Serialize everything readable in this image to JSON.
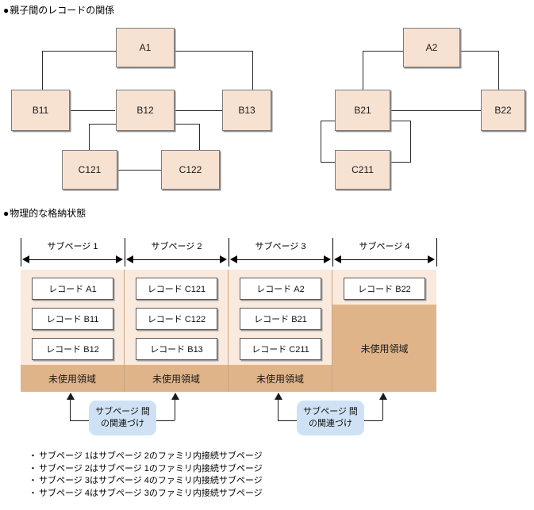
{
  "sections": {
    "relations": {
      "bullet": "●",
      "title": "親子間のレコードの関係"
    },
    "physical": {
      "bullet": "●",
      "title": "物理的な格納状態"
    }
  },
  "family_a": {
    "nodes": [
      {
        "id": "A1",
        "label": "A1"
      },
      {
        "id": "B11",
        "label": "B11"
      },
      {
        "id": "B12",
        "label": "B12"
      },
      {
        "id": "B13",
        "label": "B13"
      },
      {
        "id": "C121",
        "label": "C121"
      },
      {
        "id": "C122",
        "label": "C122"
      }
    ]
  },
  "family_b": {
    "nodes": [
      {
        "id": "A2",
        "label": "A2"
      },
      {
        "id": "B21",
        "label": "B21"
      },
      {
        "id": "B22",
        "label": "B22"
      },
      {
        "id": "C211",
        "label": "C211"
      }
    ]
  },
  "storage": {
    "unused_label": "未使用領域",
    "subpages": [
      {
        "header": "サブページ 1",
        "records": [
          "レコード A1",
          "レコード B11",
          "レコード B12"
        ]
      },
      {
        "header": "サブページ 2",
        "records": [
          "レコード C121",
          "レコード C122",
          "レコード B13"
        ]
      },
      {
        "header": "サブページ 3",
        "records": [
          "レコード A2",
          "レコード B21",
          "レコード C211"
        ]
      },
      {
        "header": "サブページ 4",
        "records": [
          "レコード B22"
        ]
      }
    ]
  },
  "callouts": [
    {
      "line1": "サブページ 間",
      "line2": "の関連づけ"
    },
    {
      "line1": "サブページ 間",
      "line2": "の関連づけ"
    }
  ],
  "notes": [
    {
      "bullet": "・",
      "text": "サブページ 1はサブページ 2のファミリ内接続サブページ"
    },
    {
      "bullet": "・",
      "text": "サブページ 2はサブページ 1のファミリ内接続サブページ"
    },
    {
      "bullet": "・",
      "text": "サブページ 3はサブページ 4のファミリ内接続サブページ"
    },
    {
      "bullet": "・",
      "text": "サブページ 4はサブページ 3のファミリ内接続サブページ"
    }
  ],
  "colors": {
    "node_fill": "#f7e2d2",
    "filled_area": "#faeadd",
    "unused_area": "#e0b489",
    "callout_fill": "#cfe2f5"
  }
}
